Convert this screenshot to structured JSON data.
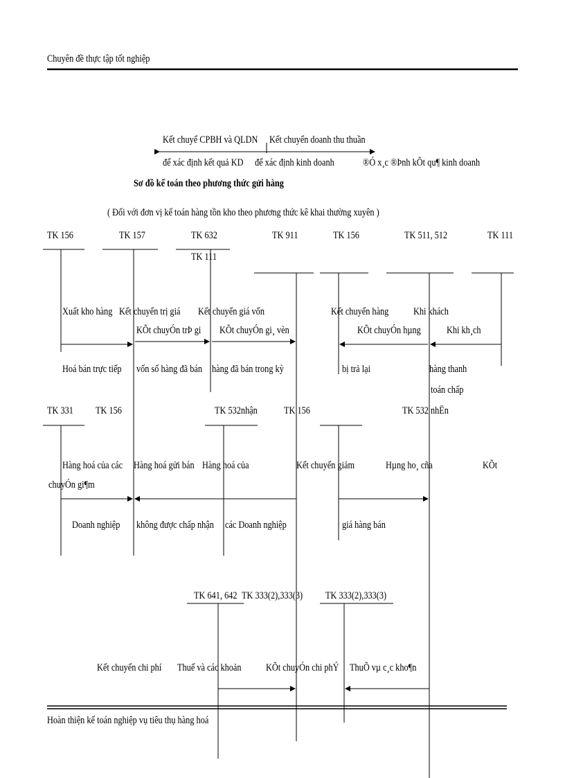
{
  "header": {
    "title": "Chuyên đề thực tập tốt nghiệp"
  },
  "footer": {
    "title": "Hoàn thiện kế toán nghiệp vụ tiêu thụ hàng hoá"
  },
  "diagram": {
    "top_label_1": "Kết chuyể CPBH và QLDN",
    "top_label_2": "Kết chuyển doanh thu thuần",
    "top_sub_1": "để xác định kết quả KD",
    "top_sub_2": "để xác định kinh doanh",
    "top_sub_3": "®Ó x¸c ®Þnh kÕt qu¶ kinh doanh",
    "title": "Sơ đồ kế toán theo phương thức gửi hàng",
    "subtitle": "( Đối với đơn vị kế toán hàng tồn kho theo phương thức kê khai thường xuyên )",
    "accounts": {
      "tk156_a": "TK 156",
      "tk157": "TK 157",
      "tk632": "TK 632",
      "tk111_a": "TK 111",
      "tk911": "TK 911",
      "tk156_b": "TK 156",
      "tk511": "TK 511, 512",
      "tk111_b": "TK 111",
      "tk331": "TK 331",
      "tk156_c": "TK 156",
      "tk532a": "TK 532nhận",
      "tk156_d": "TK 156",
      "tk532b": "TK 532  nhËn",
      "tk641": "TK 641, 642",
      "tk333a": "TK 333(2),333(3)",
      "tk333b": "TK 333(2),333(3)"
    },
    "labels": {
      "r1a": "Xuất kho hàng",
      "r1b": "Kết chuyển trị giá",
      "r1c": "Kết chuyển giá vốn",
      "r1d": "Kết chuyển hàng",
      "r1e": "Khi khách",
      "r2a": "KÕt chuyÓn trÞ gi",
      "r2b": "KÕt chuyÓn gi¸ vèn",
      "r2c": "KÕt chuyÓn hµng",
      "r2d": "Khi kh¸ch",
      "r3a": "Hoá bán trực tiếp",
      "r3b": "vốn số hàng đã bán",
      "r3c": "hàng đã bán trong kỳ",
      "r3d": "bị trả lại",
      "r3e": "hàng thanh",
      "r3f": "toán chấp",
      "r4a": "Hàng hoá của các",
      "r4b": "Hàng hoá gửi bán",
      "r4c": "Hàng hoá của",
      "r4d": "Kết chuyển giảm",
      "r4e": "Hµng ho¸ cña",
      "r4f": "KÕt",
      "r5a": "chuyÓn gi¶m",
      "r6a": "Doanh nghiệp",
      "r6b": "không được chấp nhận",
      "r6c": "các Doanh nghiệp",
      "r6d": "giá hàng bán",
      "r7a": "Kết chuyển chi phí",
      "r7b": "Thuế và các khoản",
      "r7c": "KÕt chuyÓn chi phÝ",
      "r7d": "ThuÕ vµ c¸c kho¶n"
    }
  }
}
